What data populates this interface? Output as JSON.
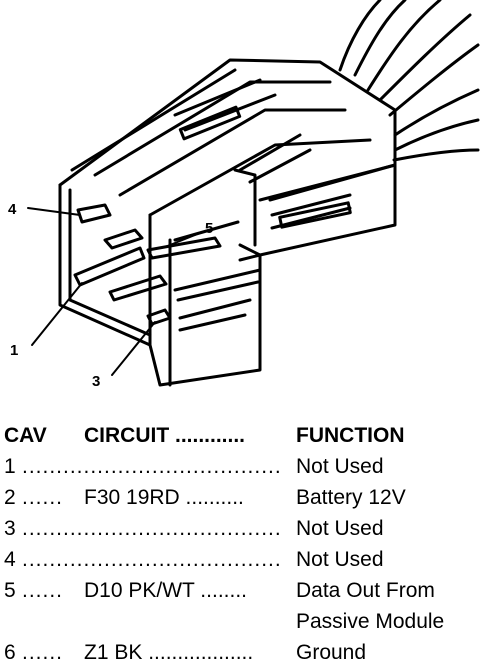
{
  "diagram": {
    "callouts": [
      "4",
      "5",
      "1",
      "3"
    ]
  },
  "table": {
    "headers": {
      "cav": "CAV",
      "circuit": "CIRCUIT ............",
      "function": "FUNCTION"
    },
    "rows": [
      {
        "cav": "1",
        "lead": "...........................................",
        "circuit": "",
        "function": "Not Used"
      },
      {
        "cav": "2",
        "lead": "......",
        "circuit": "F30 19RD ..........",
        "function": "Battery 12V"
      },
      {
        "cav": "3",
        "lead": "...........................................",
        "circuit": "",
        "function": "Not Used"
      },
      {
        "cav": "4",
        "lead": "...........................................",
        "circuit": "",
        "function": "Not Used"
      },
      {
        "cav": "5",
        "lead": "......",
        "circuit": "D10 PK/WT ........",
        "function": "Data Out From",
        "function_cont": "Passive Module"
      },
      {
        "cav": "6",
        "lead": "......",
        "circuit": "Z1 BK ..................",
        "function": "Ground"
      }
    ]
  }
}
